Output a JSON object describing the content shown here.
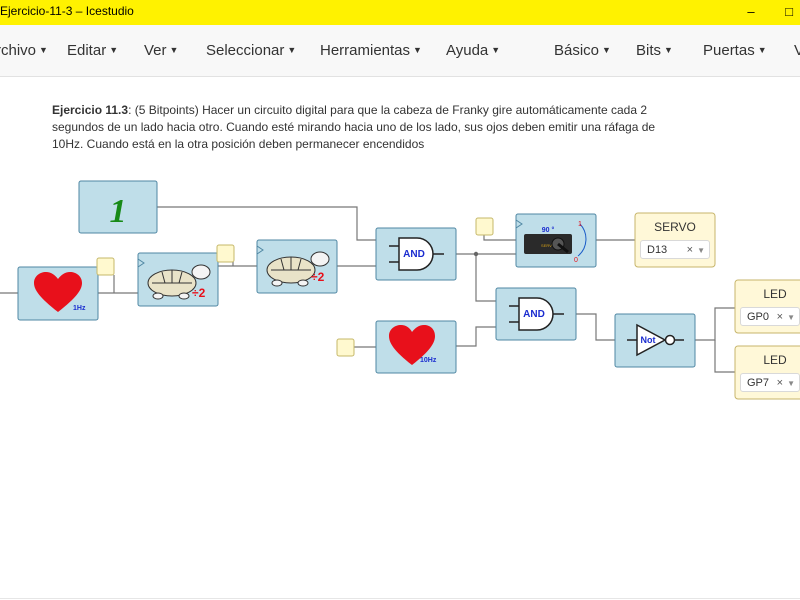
{
  "window": {
    "title": "Ejercicio-11-3 – Icestudio",
    "minimize_glyph": "–",
    "maximize_glyph": "□"
  },
  "menu": {
    "left": [
      "Archivo",
      "Editar",
      "Ver",
      "Seleccionar",
      "Herramientas",
      "Ayuda"
    ],
    "right": [
      "Básico",
      "Bits",
      "Puertas",
      "V"
    ]
  },
  "description": {
    "heading": "Ejercicio 11.3",
    "text": ": (5 Bitpoints) Hacer un circuito digital para que la cabeza de Franky gire automáticamente cada 2 segundos de un lado hacia otro. Cuando esté mirando hacia uno de los lado, sus ojos deben emitir una ráfaga de 10Hz. Cuando está en la otra posición deben permanecer encendidos"
  },
  "blocks": {
    "const_one": "1",
    "heart_1hz": "1Hz",
    "div2_a": "÷2",
    "div2_b": "÷2",
    "and_top": "AND",
    "and_bottom": "AND",
    "heart_10hz": "10Hz",
    "not_gate": "Not",
    "servo_angle": "90 °",
    "servo_one": "1",
    "servo_zero": "0"
  },
  "outputs": {
    "servo": {
      "title": "SERVO",
      "value": "D13"
    },
    "led1": {
      "title": "LED",
      "value": "GP0"
    },
    "led2": {
      "title": "LED",
      "value": "GP7"
    }
  },
  "colors": {
    "titlebar": "#fff200",
    "block_fill": "#bfdee9",
    "heart": "#e8101b",
    "accent_label": "#1a2ccf"
  }
}
